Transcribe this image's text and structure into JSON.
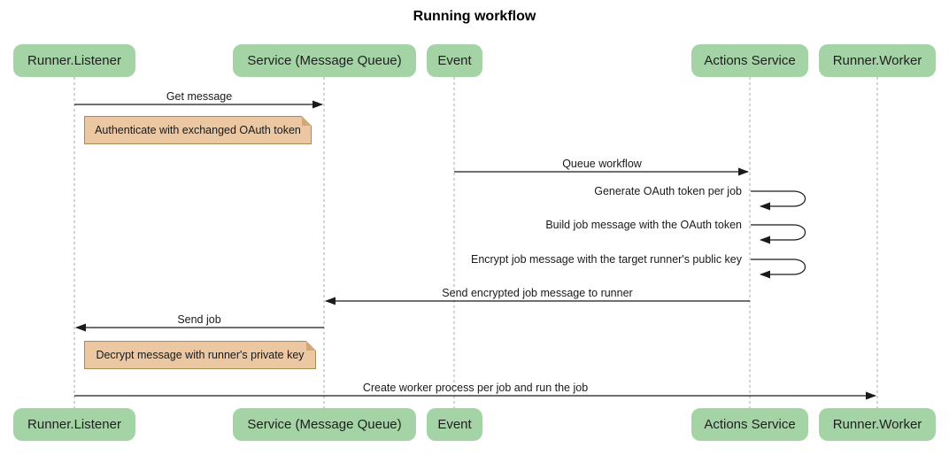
{
  "title": "Running workflow",
  "participants": [
    {
      "label": "Runner.Listener"
    },
    {
      "label": "Service (Message Queue)"
    },
    {
      "label": "Event"
    },
    {
      "label": "Actions Service"
    },
    {
      "label": "Runner.Worker"
    }
  ],
  "messages": [
    {
      "label": "Get message",
      "from": "Runner.Listener",
      "to": "Service (Message Queue)",
      "kind": "solid-arrow"
    },
    {
      "label": "Queue workflow",
      "from": "Event",
      "to": "Actions Service",
      "kind": "solid-arrow"
    },
    {
      "label": "Generate OAuth token per job",
      "from": "Actions Service",
      "to": "Actions Service",
      "kind": "self-loop"
    },
    {
      "label": "Build job message with the OAuth token",
      "from": "Actions Service",
      "to": "Actions Service",
      "kind": "self-loop"
    },
    {
      "label": "Encrypt job message with the target runner's public key",
      "from": "Actions Service",
      "to": "Actions Service",
      "kind": "self-loop"
    },
    {
      "label": "Send encrypted job message to runner",
      "from": "Actions Service",
      "to": "Service (Message Queue)",
      "kind": "solid-arrow"
    },
    {
      "label": "Send job",
      "from": "Service (Message Queue)",
      "to": "Runner.Listener",
      "kind": "solid-arrow"
    },
    {
      "label": "Create worker process per job and run the job",
      "from": "Runner.Listener",
      "to": "Runner.Worker",
      "kind": "solid-arrow"
    }
  ],
  "notes": [
    {
      "label": "Authenticate with exchanged OAuth token",
      "over": "Runner.Listener, Service (Message Queue)"
    },
    {
      "label": "Decrypt message with runner's private key",
      "over": "Runner.Listener, Service (Message Queue)"
    }
  ],
  "colors": {
    "participant_fill": "#a4d3a5",
    "note_fill": "#ebc7a2",
    "note_border": "#aa8b55",
    "lifeline": "#a9a9a9",
    "line": "#1a1a1a",
    "text": "#1a1a1a"
  }
}
